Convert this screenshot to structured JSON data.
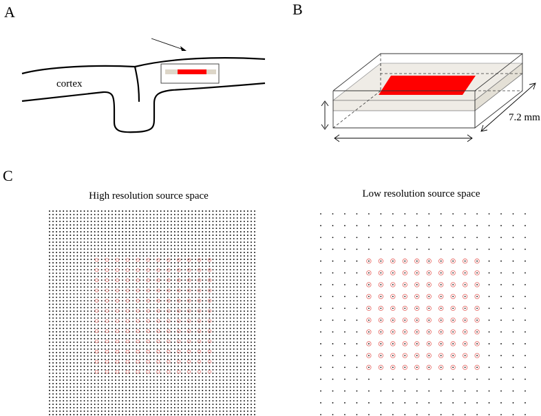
{
  "panels": {
    "a": {
      "letter": "A",
      "cortex_label": "cortex"
    },
    "b": {
      "letter": "B",
      "depth_label": "7.2 mm"
    },
    "c": {
      "letter": "C",
      "high_res": {
        "title": "High resolution source space",
        "grid_cols": 60,
        "grid_rows": 60,
        "active_cols": 12,
        "active_rows": 12
      },
      "low_res": {
        "title": "Low resolution source space",
        "grid_cols": 18,
        "grid_rows": 18,
        "active_cols": 10,
        "active_rows": 10
      }
    }
  },
  "colors": {
    "source": "#ff0000",
    "active_marker": "#e8726e",
    "slab": "#efece6",
    "slab_edge": "#cfc9bb",
    "dot": "#000000"
  }
}
